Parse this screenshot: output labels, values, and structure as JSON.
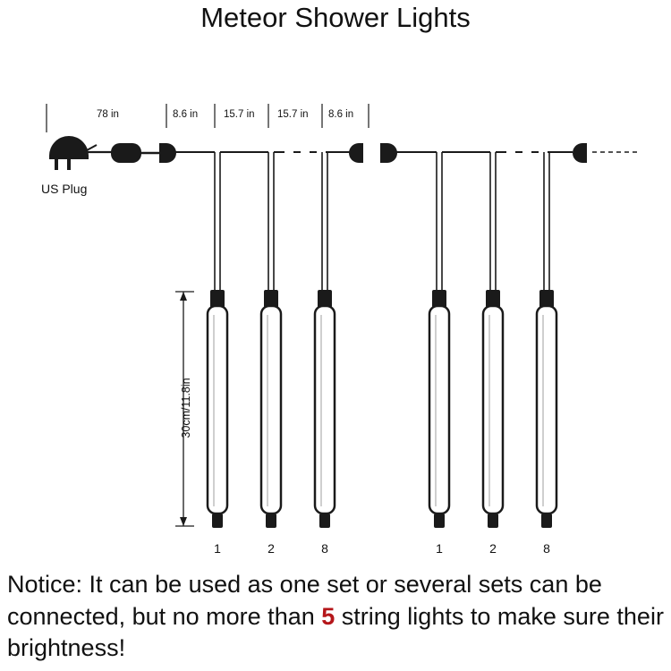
{
  "title": "Meteor Shower Lights",
  "plug": {
    "label": "US Plug",
    "icon": "us-plug-icon"
  },
  "segments": {
    "lead": "78 in",
    "first_spacing": "8.6 in",
    "spacing_a": "15.7 in",
    "spacing_b": "15.7 in",
    "last_spacing": "8.6 in"
  },
  "tube_length": "30cm/11.8in",
  "sets": [
    {
      "tubes": [
        "1",
        "2",
        "8"
      ]
    },
    {
      "tubes": [
        "1",
        "2",
        "8"
      ]
    }
  ],
  "notice": {
    "before": "Notice: It can be used as one set or several sets can be connected, but no more than ",
    "highlight": "5",
    "after": " string lights to make sure their brightness!",
    "highlight_color": "#b5161a"
  }
}
